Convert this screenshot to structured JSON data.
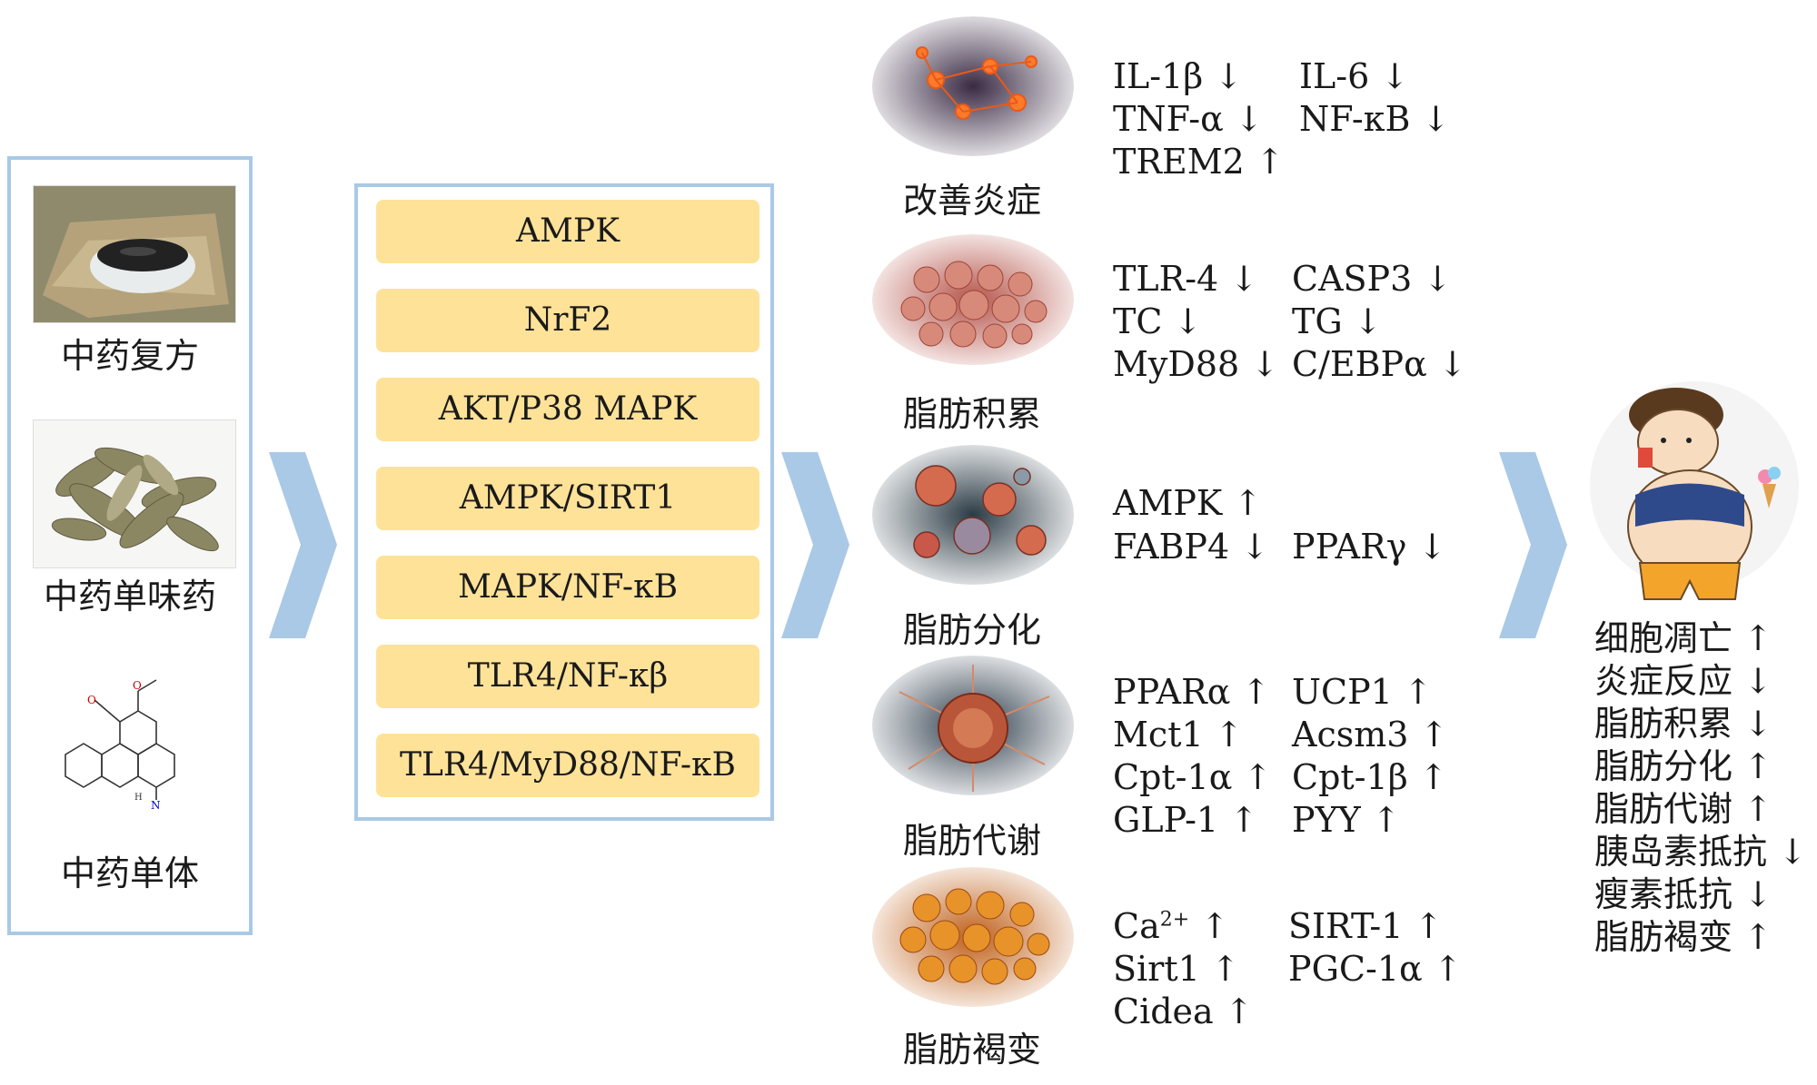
{
  "sources": [
    {
      "label": "中药复方",
      "icon": "herbal-soup-bowl-photo"
    },
    {
      "label": "中药单味药",
      "icon": "dried-herb-leaves-photo"
    },
    {
      "label": "中药单体",
      "icon": "chemical-structure-drawing"
    }
  ],
  "pathways": [
    "AMPK",
    "NrF2",
    "AKT/P38 MAPK",
    "AMPK/SIRT1",
    "MAPK/NF-κB",
    "TLR4/NF-κβ",
    "TLR4/MyD88/NF-κB"
  ],
  "effects": [
    {
      "label": "改善炎症",
      "markers": [
        [
          "IL-1β ↓",
          "IL-6 ↓"
        ],
        [
          "TNF-α ↓",
          "NF-κB ↓"
        ],
        [
          "TREM2 ↑",
          ""
        ]
      ]
    },
    {
      "label": "脂肪积累",
      "markers": [
        [
          "TLR-4 ↓",
          "CASP3 ↓"
        ],
        [
          "TC ↓",
          "TG ↓"
        ],
        [
          "MyD88 ↓",
          "C/EBPα ↓"
        ]
      ]
    },
    {
      "label": "脂肪分化",
      "markers": [
        [
          "AMPK ↑",
          ""
        ],
        [
          "FABP4 ↓",
          "PPARγ ↓"
        ]
      ]
    },
    {
      "label": "脂肪代谢",
      "markers": [
        [
          "PPARα ↑",
          "UCP1 ↑"
        ],
        [
          "Mct1 ↑",
          "Acsm3 ↑"
        ],
        [
          "Cpt-1α ↑",
          "Cpt-1β ↑"
        ],
        [
          "GLP-1 ↑",
          "PYY ↑"
        ]
      ]
    },
    {
      "label": "脂肪褐变",
      "markers": [
        [
          "Ca2+ ↑",
          "SIRT-1 ↑"
        ],
        [
          "Sirt1 ↑",
          "PGC-1α ↑"
        ],
        [
          "Cidea ↑",
          ""
        ]
      ]
    }
  ],
  "outcomes": [
    "细胞凋亡 ↑",
    "炎症反应 ↓",
    "脂肪积累 ↓",
    "脂肪分化 ↑",
    "脂肪代谢 ↑",
    "胰岛素抵抗 ↓",
    "瘦素抵抗 ↓",
    "脂肪褐变 ↑"
  ],
  "colors": {
    "box_border": "#a9c9e6",
    "pathway_fill": "#fde298",
    "arrow": "#a9c9e6"
  },
  "figure_icon": "obese-child-cartoon"
}
